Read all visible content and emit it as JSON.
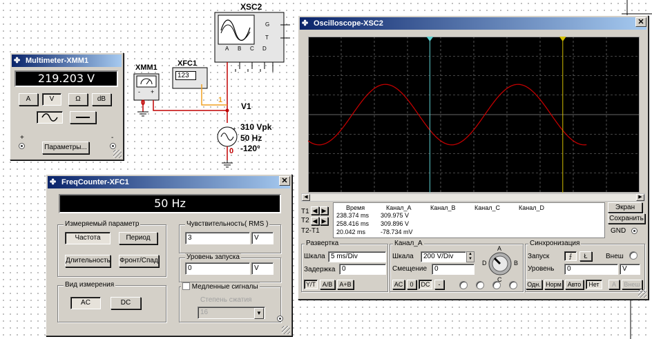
{
  "schematic": {
    "xsc2_label": "XSC2",
    "xmm1_label": "XMM1",
    "xfc1_label": "XFC1",
    "xfc1_display": "123",
    "v1_label": "V1",
    "v1_vpk": "310 Vpk",
    "v1_freq": "50 Hz",
    "v1_phase": "-120°",
    "node_1": "1",
    "node_0": "0",
    "xsc_pins": [
      "A",
      "B",
      "C",
      "D"
    ],
    "xsc_g": "G",
    "xsc_t": "T",
    "xmm_minus": "-",
    "xmm_plus": "+"
  },
  "multimeter": {
    "title": "Multimeter-XMM1",
    "reading": "219.203 V",
    "modes": [
      "A",
      "V",
      "Ω",
      "dB"
    ],
    "params_button": "Параметры...",
    "plus": "+",
    "minus": "-"
  },
  "freqcounter": {
    "title": "FreqCounter-XFC1",
    "reading": "50 Hz",
    "measure_group": "Измеряемый параметр",
    "btn_freq": "Частота",
    "btn_period": "Период",
    "btn_duration": "Длительность",
    "btn_edge": "Фронт/Спад",
    "sens_group": "Чувствительность( RMS )",
    "sens_value": "3",
    "sens_unit": "V",
    "trig_group": "Уровень запуска",
    "trig_value": "0",
    "trig_unit": "V",
    "view_group": "Вид измерения",
    "btn_ac": "AC",
    "btn_dc": "DC",
    "slow_label": "Медленные сигналы",
    "compress_label": "Степень сжатия",
    "compress_value": "16"
  },
  "oscilloscope": {
    "title": "Oscilloscope-XSC2",
    "readout_headers": [
      "Время",
      "Канал_A",
      "Канал_B",
      "Канал_C",
      "Канал_D"
    ],
    "t1": {
      "label": "T1",
      "time": "238.374 ms",
      "a": "309.975 V"
    },
    "t2": {
      "label": "T2",
      "time": "258.416 ms",
      "a": "309.896 V"
    },
    "t21": {
      "label": "T2-T1",
      "time": "20.042 ms",
      "a": "-78.734 mV"
    },
    "btn_screen": "Экран",
    "btn_save": "Сохранить",
    "gnd": "GND",
    "timebase_group": "Развертка",
    "scale_label": "Шкала",
    "timebase_scale": "5 ms/Div",
    "delay_label": "Задержка",
    "delay_value": "0",
    "btn_yt": "Y/T",
    "btn_ab": "A/B",
    "btn_apb": "A+B",
    "channel_group": "Канал_A",
    "ch_scale": "200  V/Div",
    "offset_label": "Смещение",
    "offset_value": "0",
    "btn_ac": "AC",
    "btn_zero": "0",
    "btn_dc": "DC",
    "btn_minus": "-",
    "knob_labels": {
      "a": "A",
      "b": "B",
      "c": "C",
      "d": "D"
    },
    "sync_group": "Синхронизация",
    "trigger_label": "Запуск",
    "ext_label": "Внеш",
    "level_label": "Уровень",
    "level_value": "0",
    "level_unit": "V",
    "btn_single": "Одн.",
    "btn_normal": "Норм",
    "btn_auto": "Авто",
    "btn_none": "Нет",
    "btn_a": "A",
    "btn_ext": "Внеш"
  },
  "chart_data": {
    "type": "line",
    "series": [
      {
        "amplitude": 310,
        "frequency": 50,
        "phase_deg": -120,
        "color": "#c00000"
      }
    ],
    "x_unit": "ms",
    "x_per_div": 5,
    "y_per_div": 200,
    "divisions_x": 10,
    "divisions_y": 8,
    "trace_end_ms": 262,
    "xlim": [
      220,
      270
    ],
    "ylim": [
      -800,
      800
    ],
    "cursor_t1_ms": 238.374,
    "cursor_t2_ms": 258.416,
    "cursor_colors": {
      "t1": "#5fd0d0",
      "t2": "#d4c000"
    },
    "grid": true,
    "background": "#000000"
  }
}
